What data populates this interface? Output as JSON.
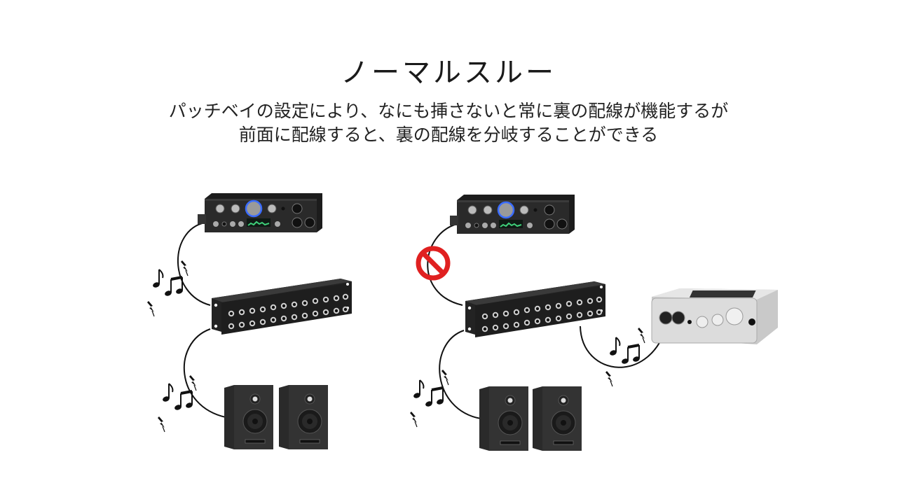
{
  "slide": {
    "title": "ノーマルスルー",
    "subtitle_lines": [
      "パッチベイの設定により、なにも挿さないと常に裏の配線が機能するが",
      "前面に配線すると、裏の配線を分岐することができる"
    ]
  },
  "diagrams": [
    {
      "id": "left",
      "devices": [
        "audio-mixer-amplifier",
        "patch-bay",
        "studio-monitor-speakers"
      ],
      "connections": [
        {
          "from": "audio-mixer-amplifier",
          "to": "patch-bay",
          "signal": "active"
        },
        {
          "from": "patch-bay",
          "to": "studio-monitor-speakers",
          "signal": "active"
        }
      ]
    },
    {
      "id": "right",
      "devices": [
        "audio-mixer-amplifier",
        "patch-bay",
        "studio-monitor-speakers",
        "audio-interface"
      ],
      "connections": [
        {
          "from": "audio-mixer-amplifier",
          "to": "patch-bay",
          "signal": "blocked"
        },
        {
          "from": "patch-bay",
          "to": "studio-monitor-speakers",
          "signal": "active"
        },
        {
          "from": "patch-bay",
          "to": "audio-interface",
          "signal": "active"
        }
      ]
    }
  ],
  "colors": {
    "prohibit_red": "#e02020",
    "device_dark": "#2b2b2b",
    "device_silver": "#d9d9d9",
    "display_green": "#3fd07a",
    "knob_blue": "#3a6cff"
  }
}
